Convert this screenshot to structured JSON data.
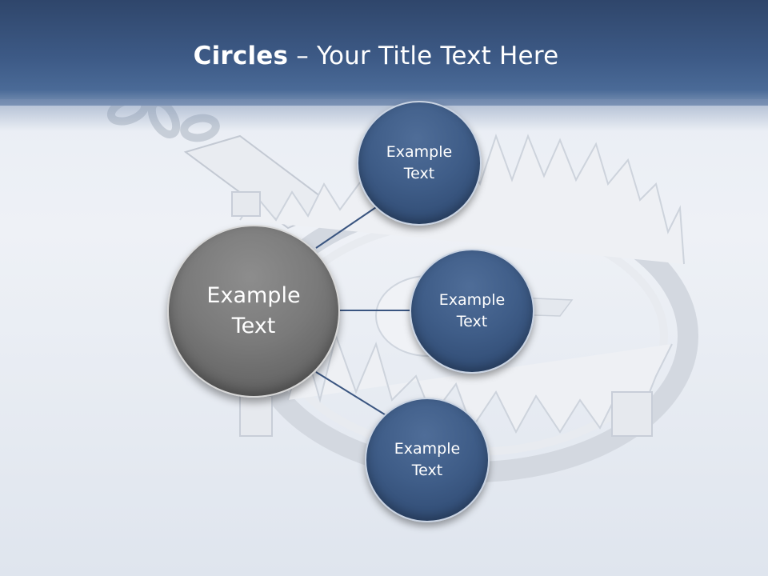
{
  "title": {
    "bold": "Circles",
    "rest": " – Your Title Text Here"
  },
  "center_circle": {
    "text": "Example\nText"
  },
  "satellites": [
    {
      "text": "Example\nText"
    },
    {
      "text": "Example\nText"
    },
    {
      "text": "Example\nText"
    }
  ],
  "colors": {
    "header": "#3d5a86",
    "center_circle": "#7a7a7a",
    "satellite_circle": "#3f5d88",
    "connector": "#3a5580"
  },
  "background_image": "bear-trap-illustration"
}
